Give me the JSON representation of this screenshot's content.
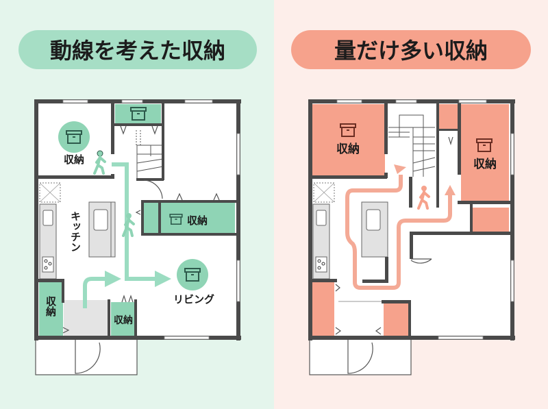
{
  "left": {
    "title": "動線を考えた収納",
    "labels": {
      "storage_top_left": "収納",
      "storage_hall": "収納",
      "storage_bottom_left": "収納",
      "storage_bottom_mid": "収納",
      "kitchen": "キッチン",
      "living": "リビング"
    }
  },
  "right": {
    "title": "量だけ多い収納",
    "labels": {
      "storage_top_left": "収納",
      "storage_right": "収納"
    }
  },
  "colors": {
    "left_bg": "#e4f5ec",
    "right_bg": "#fdeeea",
    "green": "#8fd4b5",
    "salmon": "#f6a28c",
    "wall": "#4a4a4a"
  }
}
